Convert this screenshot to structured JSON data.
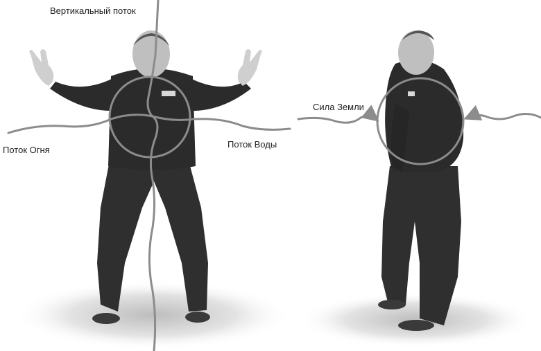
{
  "labels": {
    "vertical_flow": "Вертикальный поток",
    "fire_flow": "Поток Огня",
    "water_flow": "Поток Воды",
    "earth_force": "Сила Земли"
  },
  "colors": {
    "flow_line": "#8c8c8c",
    "label_text": "#222222",
    "figure_dark": "#2b2b2b",
    "skin": "#c9c9c9",
    "floor_shadow": "#d9d9d9"
  }
}
